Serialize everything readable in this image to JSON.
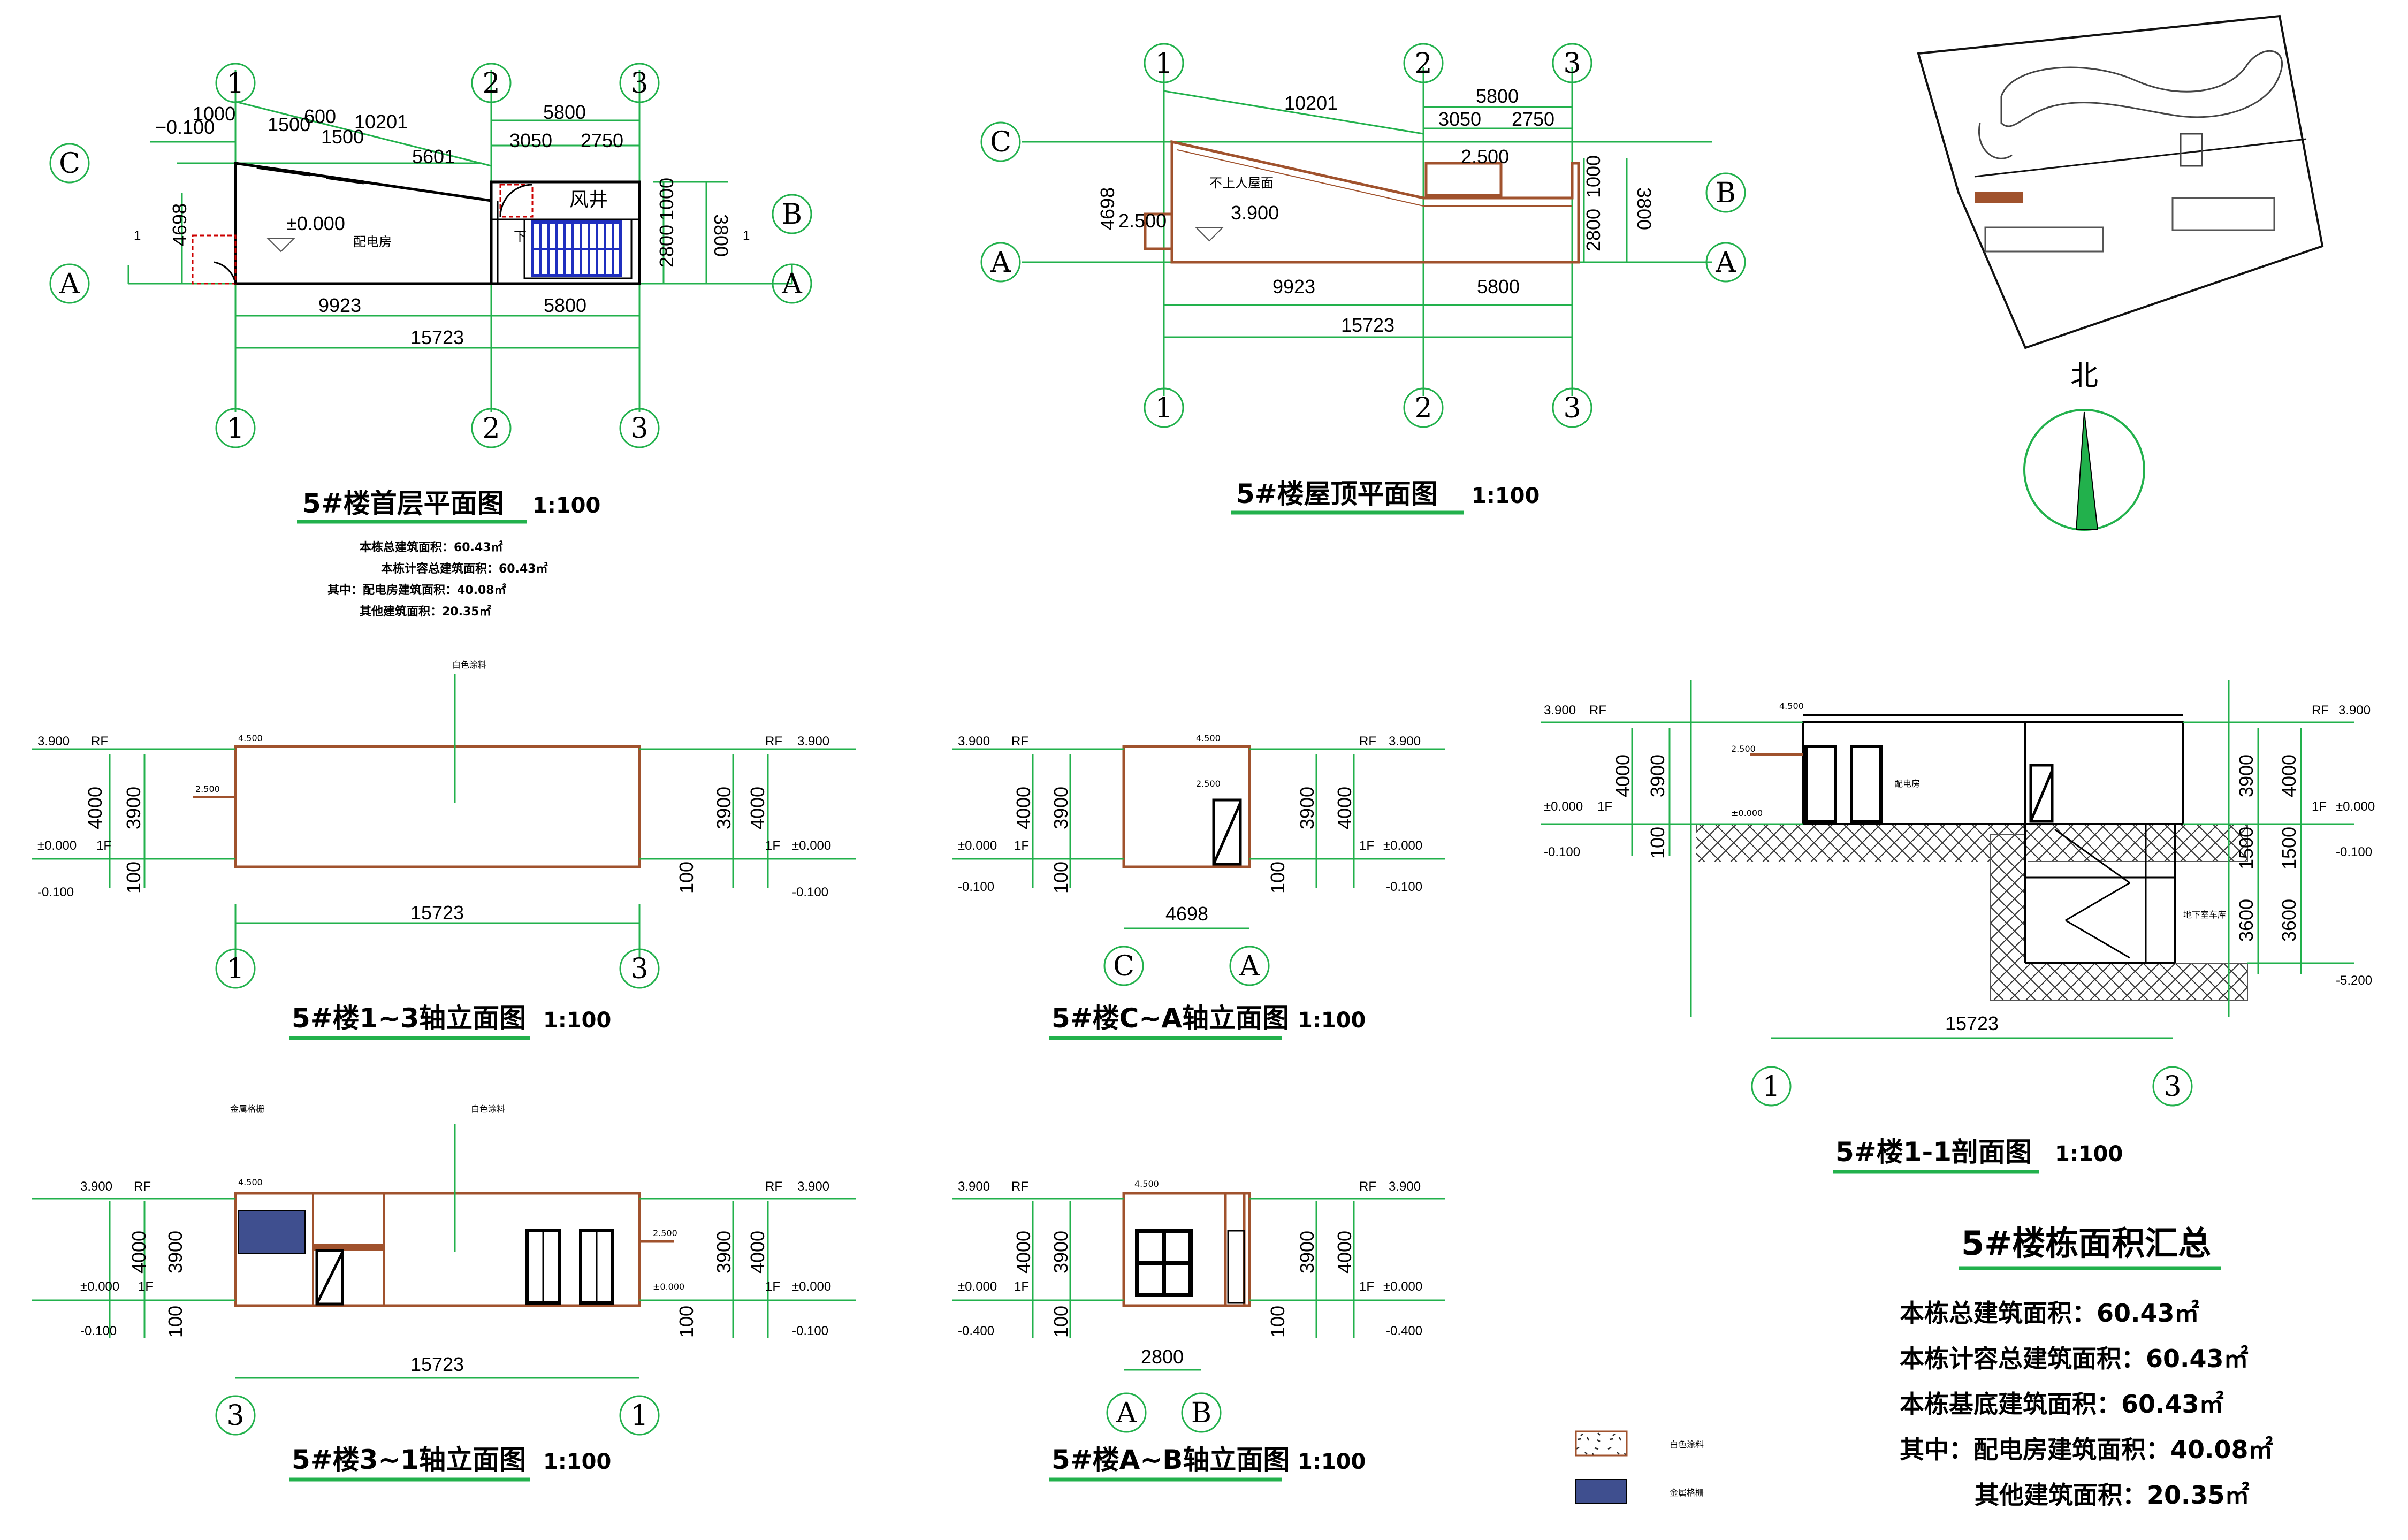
{
  "sheet_title": "5#楼栋面积汇总",
  "summary": {
    "total": "本栋总建筑面积：60.43㎡",
    "far": "本栋计容总建筑面积：60.43㎡",
    "base": "本栋基底建筑面积：60.43㎡",
    "power": "其中：配电房建筑面积：40.08㎡",
    "other": "其他建筑面积：20.35㎡"
  },
  "north_label": "北",
  "legend": {
    "paint": "白色涂料",
    "metal": "金属格栅"
  },
  "colors": {
    "green": "#22b14c",
    "brown": "#a0522d",
    "navy": "#3f4f8f",
    "black": "#000000"
  },
  "ground_plan": {
    "title": "5#楼首层平面图",
    "scale": "1:100",
    "axes": [
      "1",
      "2",
      "3",
      "A",
      "B",
      "C"
    ],
    "dims": {
      "d10201": "10201",
      "d5800": "5800",
      "d3050": "3050",
      "d2750": "2750",
      "d1000": "1000",
      "d1500": "1500",
      "d600": "600",
      "d1500b": "1500",
      "d5601": "5601",
      "d4698": "4698",
      "d9923": "9923",
      "d15723": "15723",
      "d2800": "2800",
      "d3800": "3800",
      "d1000v": "1000",
      "lvl_m100": "−0.100",
      "lvl_0": "±0.000",
      "room": "配电房",
      "shaft": "风井",
      "down": "下",
      "sec": "1"
    },
    "notes": [
      "本栋总建筑面积：60.43㎡",
      "本栋计容总建筑面积：60.43㎡",
      "其中：配电房建筑面积：40.08㎡",
      "其他建筑面积：20.35㎡"
    ]
  },
  "roof_plan": {
    "title": "5#楼屋顶平面图",
    "scale": "1:100",
    "dims": {
      "d10201": "10201",
      "d5800": "5800",
      "d3050": "3050",
      "d2750": "2750",
      "d4698": "4698",
      "d9923": "9923",
      "d15723": "15723",
      "d2800": "2800",
      "d3800": "3800",
      "d1000": "1000",
      "lvl_2500": "2.500",
      "lvl_2500b": "2.500",
      "lvl_3900": "3.900",
      "roof_note": "不上人屋面"
    }
  },
  "elev_13": {
    "title": "5#楼1~3轴立面图",
    "scale": "1:100",
    "width": "15723",
    "ax_l": "1",
    "ax_r": "3"
  },
  "elev_ca": {
    "title": "5#楼C~A轴立面图",
    "scale": "1:100",
    "width": "4698",
    "ax_l": "C",
    "ax_r": "A"
  },
  "elev_31": {
    "title": "5#楼3~1轴立面图",
    "scale": "1:100",
    "width": "15723",
    "ax_l": "3",
    "ax_r": "1"
  },
  "elev_ab": {
    "title": "5#楼A~B轴立面图",
    "scale": "1:100",
    "width": "2800",
    "ax_l": "A",
    "ax_r": "B"
  },
  "section": {
    "title": "5#楼1-1剖面图",
    "scale": "1:100",
    "width": "15723",
    "ax_l": "1",
    "ax_r": "3",
    "d3900": "3900",
    "d4000": "4000",
    "d1500": "1500",
    "d3600": "3600",
    "lvl_m5200": "-5.200",
    "room1": "配电房",
    "room2": "地下室车库"
  },
  "levels": {
    "rf": "RF",
    "f1": "1F",
    "l3900": "3.900",
    "l0": "±0.000",
    "lm100": "-0.100",
    "lm400": "-0.400",
    "d4000": "4000",
    "d3900": "3900",
    "d100": "100",
    "l4500": "4.500",
    "l2500": "2.500",
    "l000": "±0.000"
  }
}
